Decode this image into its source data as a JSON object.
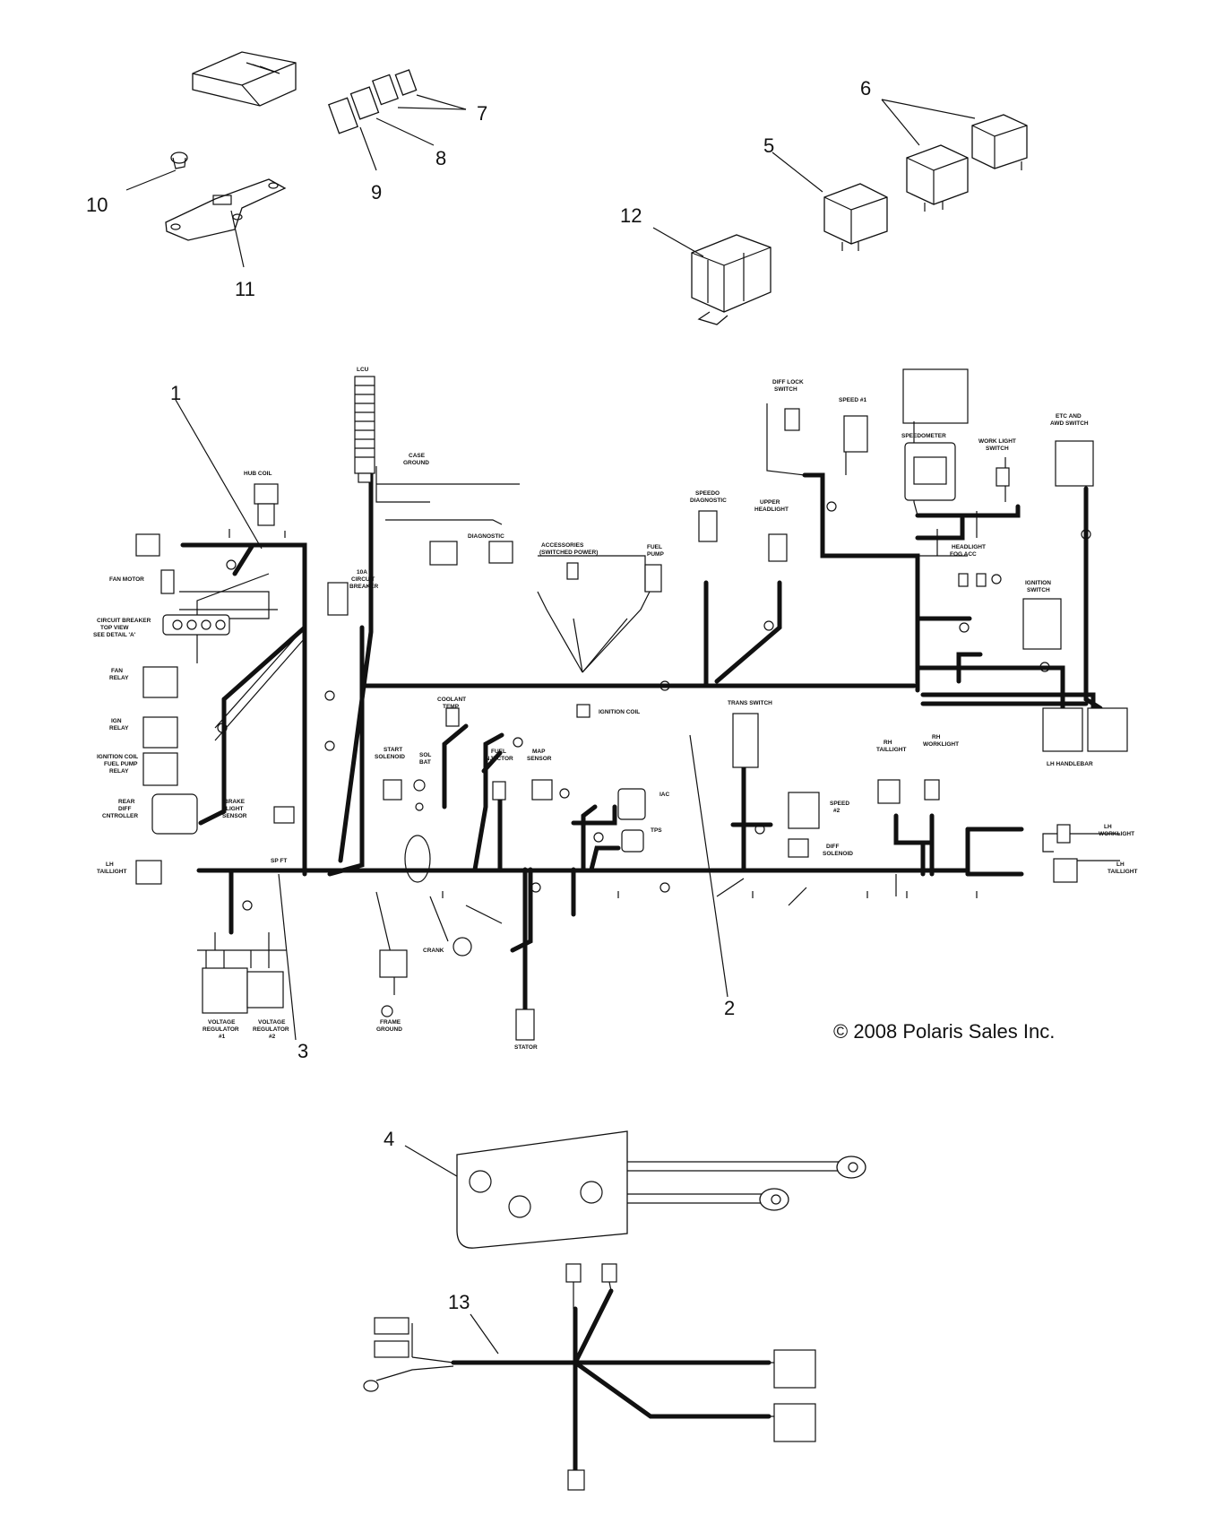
{
  "callouts": [
    "1",
    "2",
    "3",
    "4",
    "5",
    "6",
    "7",
    "8",
    "9",
    "10",
    "11",
    "12",
    "13"
  ],
  "copyright": "© 2008 Polaris Sales Inc.",
  "component_labels": {
    "lcu": "LCU",
    "hub_coil": "HUB COIL",
    "fan_motor": "FAN MOTOR",
    "circuit_breaker_top_view": [
      "CIRCUIT BREAKER",
      "TOP VIEW",
      "SEE DETAIL 'A'"
    ],
    "fan_relay": [
      "FAN",
      "RELAY"
    ],
    "ign_relay": [
      "IGN",
      "RELAY"
    ],
    "fuel_pump_relay": [
      "IGNITION COIL",
      "FUEL PUMP",
      "RELAY"
    ],
    "rear_diff_controller": [
      "REAR",
      "DIFF",
      "CNTROLLER"
    ],
    "brake_light_sensor": [
      "BRAKE",
      "LIGHT",
      "SENSOR"
    ],
    "lh_taillight_left": [
      "LH",
      "TAILLIGHT"
    ],
    "circuit_breaker_10a": [
      "10A",
      "CIRCUIT",
      "BREAKER"
    ],
    "case_ground": [
      "CASE",
      "GROUND"
    ],
    "diagnostic": "DIAGNOSTIC",
    "accessories": [
      "ACCESSORIES",
      "(SWITCHED POWER)"
    ],
    "fuel_pump": [
      "FUEL",
      "PUMP"
    ],
    "speedo_diagnostic": [
      "SPEEDO",
      "DIAGNOSTIC"
    ],
    "upper_headlight": [
      "UPPER",
      "HEADLIGHT"
    ],
    "diff_lock_switch": [
      "DIFF LOCK",
      "SWITCH"
    ],
    "speed_1": "SPEED #1",
    "speedometer": "SPEEDOMETER",
    "work_light_switch": [
      "WORK LIGHT",
      "SWITCH"
    ],
    "etc_awd_switch": [
      "ETC AND",
      "AWD SWITCH"
    ],
    "headlight_fog_acc": [
      "HEADLIGHT",
      "FOG ACC"
    ],
    "ignition_switch": [
      "IGNITION",
      "SWITCH"
    ],
    "coolant_temp": [
      "COOLANT",
      "TEMP"
    ],
    "ignition_coil": "IGNITION COIL",
    "start_solenoid": [
      "START",
      "SOLENOID"
    ],
    "sol_bat": [
      "SOL",
      "BAT"
    ],
    "fuel_injector": [
      "FUEL",
      "INJECTOR"
    ],
    "map_sensor": [
      "MAP",
      "SENSOR"
    ],
    "iac": "IAC",
    "tps": "TPS",
    "trans_switch": "TRANS SWITCH",
    "rh_taillight": [
      "RH",
      "TAILLIGHT"
    ],
    "rh_worklight": [
      "RH",
      "WORKLIGHT"
    ],
    "speed_2": [
      "SPEED",
      "#2"
    ],
    "diff_solenoid": [
      "DIFF",
      "SOLENOID"
    ],
    "lh_handlebar": "LH HANDLEBAR",
    "lh_worklight": [
      "LH",
      "WORKLIGHT"
    ],
    "lh_taillight_right": [
      "LH",
      "TAILLIGHT"
    ],
    "crank": "CRANK",
    "stator": "STATOR",
    "frame_ground": [
      "FRAME",
      "GROUND"
    ],
    "voltage_regulator_1": [
      "VOLTAGE",
      "REGULATOR",
      "#1"
    ],
    "voltage_regulator_2": [
      "VOLTAGE",
      "REGULATOR",
      "#2"
    ],
    "splice_ff": "SP FT"
  }
}
